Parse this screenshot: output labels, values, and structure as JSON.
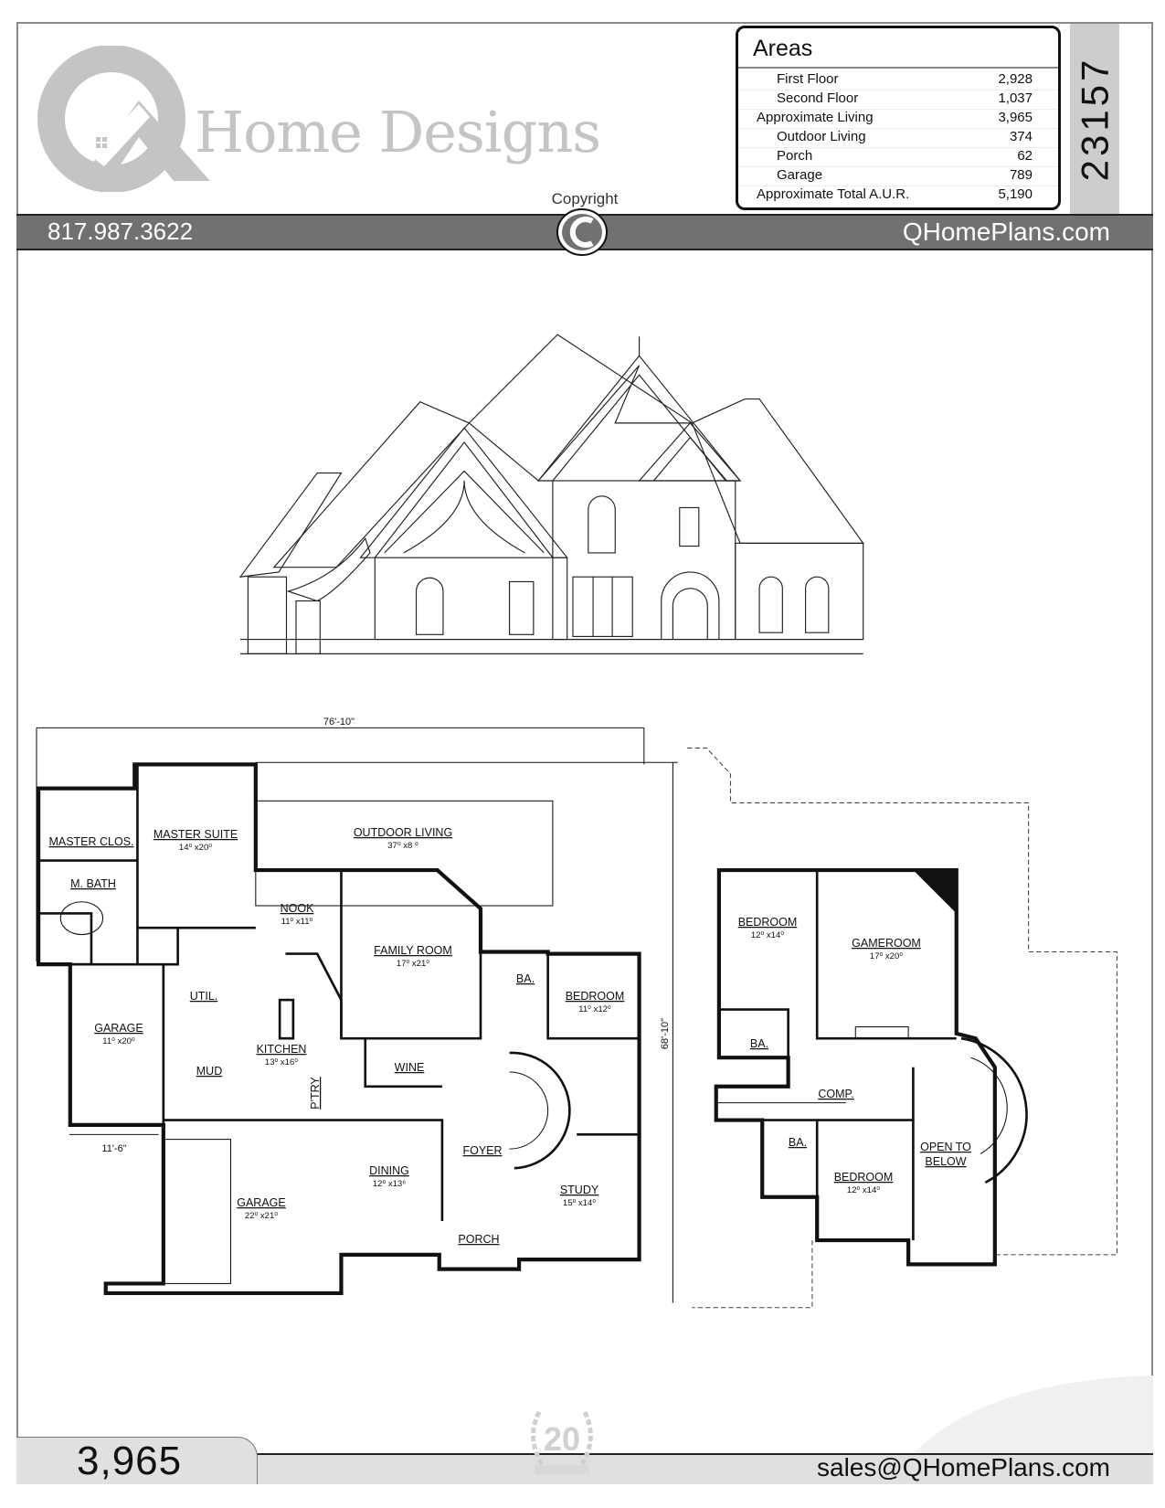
{
  "brand": {
    "logo_text": "Home Designs",
    "logo_icon": "q-house-logo"
  },
  "areas": {
    "title": "Areas",
    "rows": [
      {
        "label": "First Floor",
        "value": "2,928",
        "indent": true
      },
      {
        "label": "Second Floor",
        "value": "1,037",
        "indent": true
      },
      {
        "label": "Approximate Living",
        "value": "3,965",
        "indent": false
      },
      {
        "label": "Outdoor Living",
        "value": "374",
        "indent": true
      },
      {
        "label": "Porch",
        "value": "62",
        "indent": true
      },
      {
        "label": "Garage",
        "value": "789",
        "indent": true
      },
      {
        "label": "Approximate Total A.U.R.",
        "value": "5,190",
        "indent": false
      }
    ]
  },
  "plan_number": "23157",
  "copyright_label": "Copyright",
  "copyright_icon": "copyright-c-icon",
  "contact": {
    "phone": "817.987.3622",
    "website": "QHomePlans.com",
    "email": "sales@QHomePlans.com"
  },
  "footer": {
    "total_sqft": "3,965",
    "badge": "20-year-anniversary-badge",
    "badge_text": "20"
  },
  "colors": {
    "bar": "#717171",
    "strip": "#cdcdcd",
    "logo": "#c4c4c4",
    "footer": "#e0e0e0"
  },
  "first_floor": {
    "dimensions": {
      "width": "76'-10\"",
      "depth": "68'-10\"",
      "garage_door": "11'-6\""
    },
    "rooms": [
      {
        "name": "MASTER CLOS.",
        "size": ""
      },
      {
        "name": "MASTER SUITE",
        "size": "14⁰ x20⁰"
      },
      {
        "name": "OUTDOOR LIVING",
        "size": "37⁰ x8 ⁰"
      },
      {
        "name": "M. BATH",
        "size": ""
      },
      {
        "name": "NOOK",
        "size": "11⁰ x11⁰"
      },
      {
        "name": "FAMILY ROOM",
        "size": "17⁰ x21⁰"
      },
      {
        "name": "BA.",
        "size": ""
      },
      {
        "name": "BEDROOM",
        "size": "11⁰ x12⁰"
      },
      {
        "name": "UTIL.",
        "size": ""
      },
      {
        "name": "GARAGE",
        "size": "11⁰ x20⁰"
      },
      {
        "name": "KITCHEN",
        "size": "13⁰ x16⁰"
      },
      {
        "name": "MUD",
        "size": ""
      },
      {
        "name": "WINE",
        "size": ""
      },
      {
        "name": "P'TRY",
        "size": ""
      },
      {
        "name": "FOYER",
        "size": ""
      },
      {
        "name": "DINING",
        "size": "12⁰ x13⁶"
      },
      {
        "name": "STUDY",
        "size": "15⁰ x14⁰"
      },
      {
        "name": "GARAGE",
        "size": "22⁰ x21⁰"
      },
      {
        "name": "PORCH",
        "size": ""
      }
    ]
  },
  "second_floor": {
    "rooms": [
      {
        "name": "BEDROOM",
        "size": "12⁰ x14⁰"
      },
      {
        "name": "GAMEROOM",
        "size": "17⁰ x20⁰"
      },
      {
        "name": "BA.",
        "size": ""
      },
      {
        "name": "COMP.",
        "size": ""
      },
      {
        "name": "BA.",
        "size": ""
      },
      {
        "name": "OPEN TO",
        "size": ""
      },
      {
        "name": "BELOW",
        "size": ""
      },
      {
        "name": "BEDROOM",
        "size": "12⁰ x14⁰"
      }
    ]
  }
}
